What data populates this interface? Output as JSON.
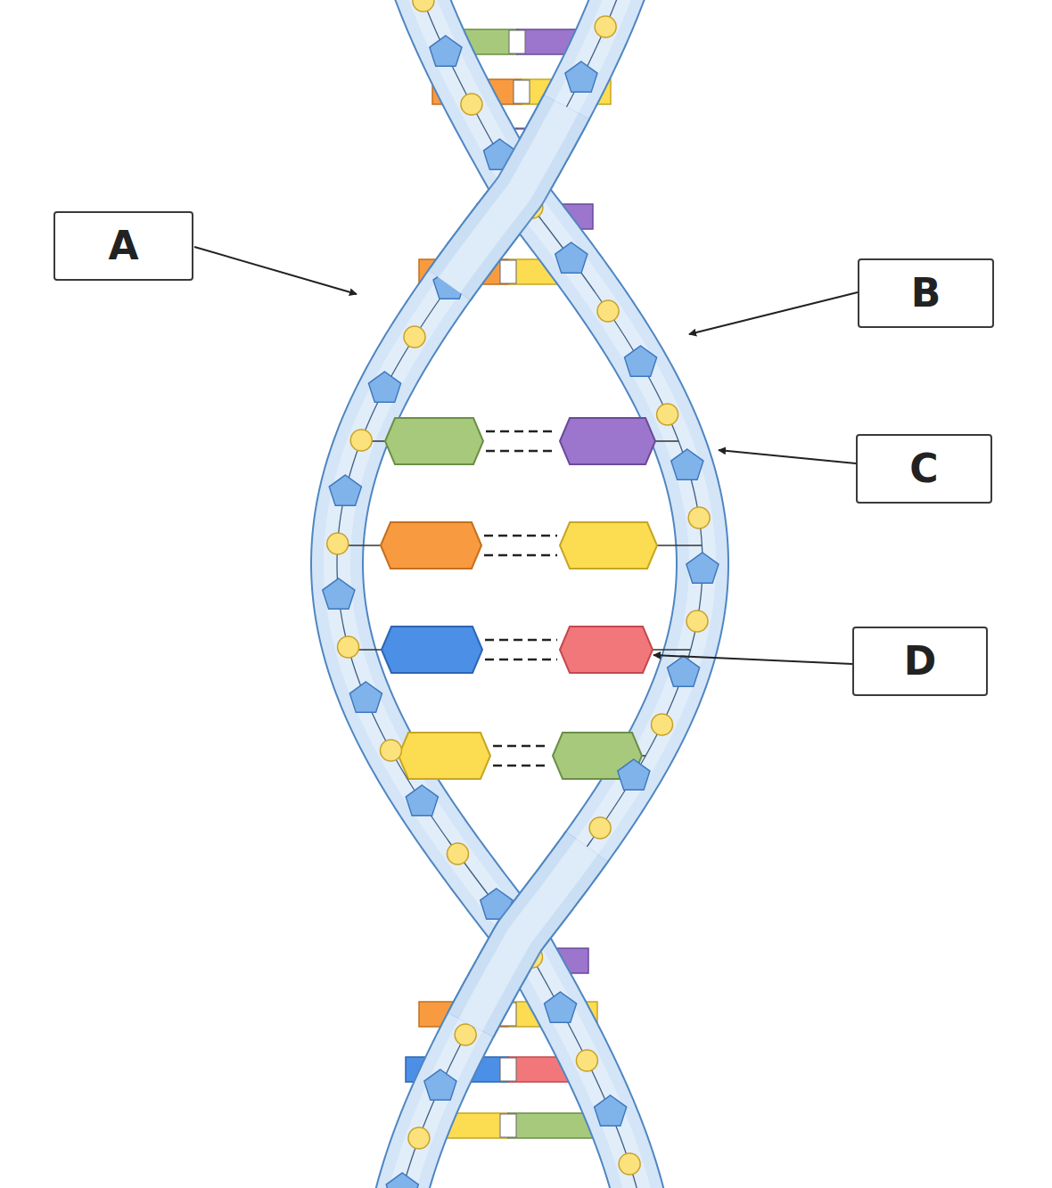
{
  "diagram": {
    "nodes": [
      {
        "text": [
          "A"
        ]
      },
      {
        "text": [
          "B"
        ]
      },
      {
        "text": [
          "C"
        ]
      },
      {
        "text": [
          "D"
        ]
      }
    ]
  }
}
